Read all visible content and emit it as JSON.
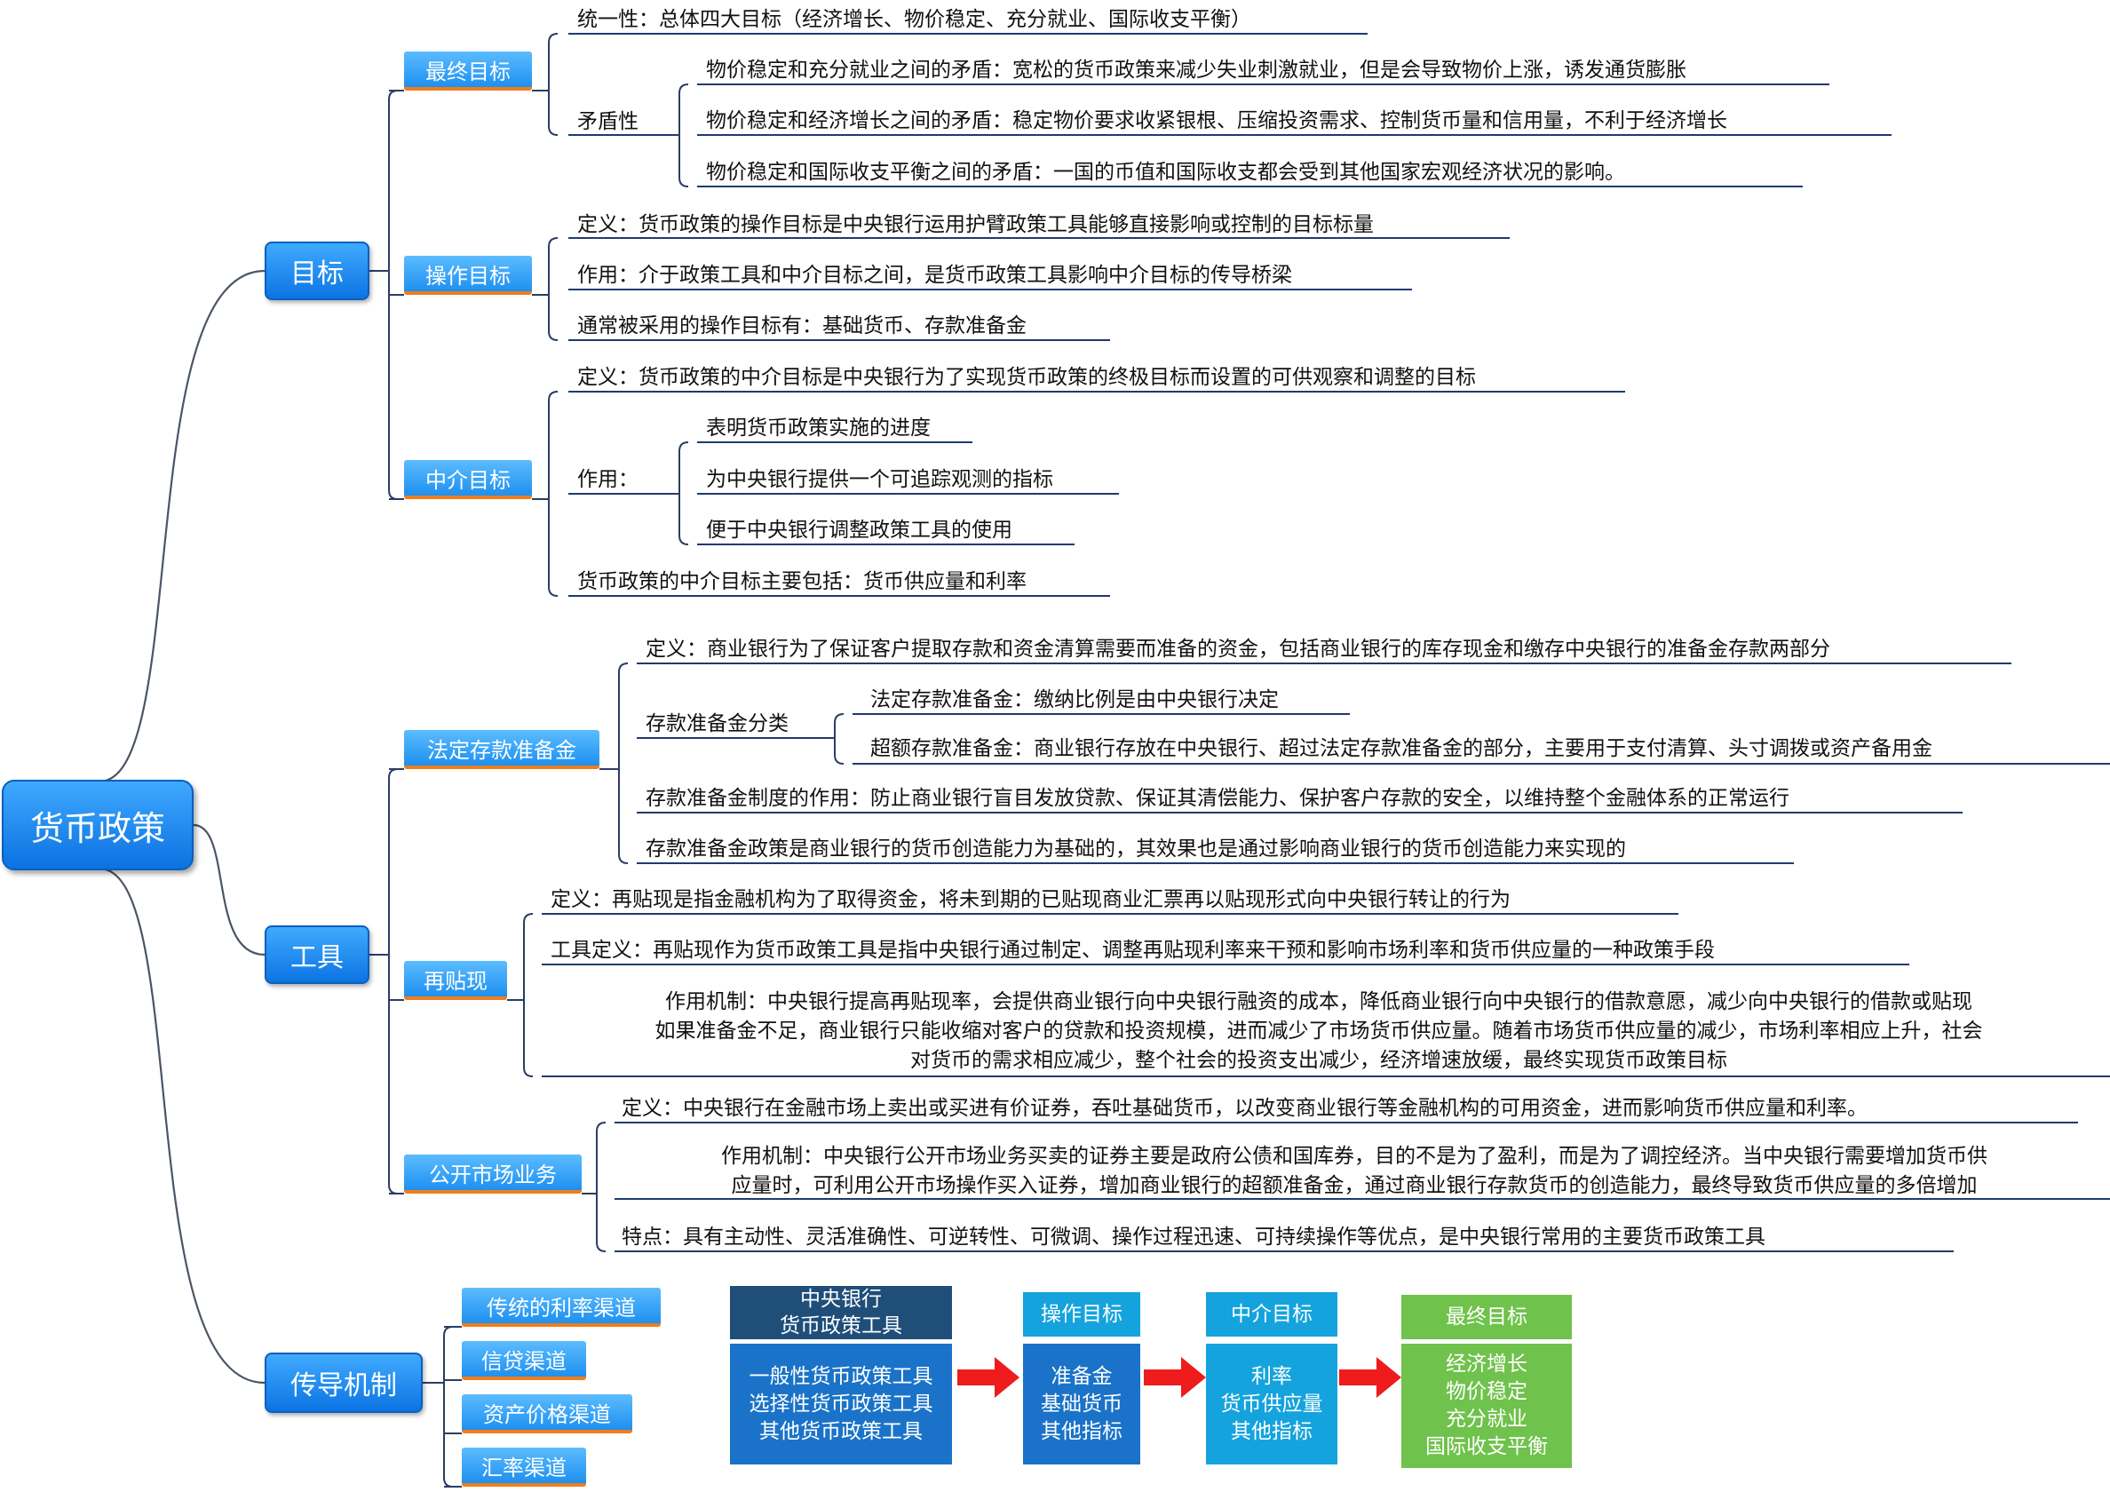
{
  "root": "货币政策",
  "goals": {
    "label": "目标",
    "final": {
      "label": "最终目标",
      "unity": "统一性：总体四大目标（经济增长、物价稳定、充分就业、国际收支平衡）",
      "conflict_label": "矛盾性",
      "conflicts": [
        "物价稳定和充分就业之间的矛盾：宽松的货币政策来减少失业刺激就业，但是会导致物价上涨，诱发通货膨胀",
        "物价稳定和经济增长之间的矛盾：稳定物价要求收紧银根、压缩投资需求、控制货币量和信用量，不利于经济增长",
        "物价稳定和国际收支平衡之间的矛盾：一国的币值和国际收支都会受到其他国家宏观经济状况的影响。"
      ]
    },
    "operating": {
      "label": "操作目标",
      "items": [
        "定义：货币政策的操作目标是中央银行运用护臂政策工具能够直接影响或控制的目标标量",
        "作用：介于政策工具和中介目标之间，是货币政策工具影响中介目标的传导桥梁",
        "通常被采用的操作目标有：基础货币、存款准备金"
      ]
    },
    "intermediate": {
      "label": "中介目标",
      "definition": "定义：货币政策的中介目标是中央银行为了实现货币政策的终极目标而设置的可供观察和调整的目标",
      "role_label": "作用：",
      "roles": [
        "表明货币政策实施的进度",
        "为中央银行提供一个可追踪观测的指标",
        "便于中央银行调整政策工具的使用"
      ],
      "includes": "货币政策的中介目标主要包括：货币供应量和利率"
    }
  },
  "tools": {
    "label": "工具",
    "reserve": {
      "label": "法定存款准备金",
      "definition": "定义：商业银行为了保证客户提取存款和资金清算需要而准备的资金，包括商业银行的库存现金和缴存中央银行的准备金存款两部分",
      "class_label": "存款准备金分类",
      "classes": [
        "法定存款准备金：缴纳比例是由中央银行决定",
        "超额存款准备金：商业银行存放在中央银行、超过法定存款准备金的部分，主要用于支付清算、头寸调拨或资产备用金"
      ],
      "role": "存款准备金制度的作用：防止商业银行盲目发放贷款、保证其清偿能力、保护客户存款的安全，以维持整个金融体系的正常运行",
      "basis": "存款准备金政策是商业银行的货币创造能力为基础的，其效果也是通过影响商业银行的货币创造能力来实现的"
    },
    "rediscount": {
      "label": "再贴现",
      "definition": "定义：再贴现是指金融机构为了取得资金，将未到期的已贴现商业汇票再以贴现形式向中央银行转让的行为",
      "tool_def": "工具定义：再贴现作为货币政策工具是指中央银行通过制定、调整再贴现利率来干预和影响市场利率和货币供应量的一种政策手段",
      "mechanism": [
        "作用机制：中央银行提高再贴现率，会提供商业银行向中央银行融资的成本，降低商业银行向中央银行的借款意愿，减少向中央银行的借款或贴现",
        "如果准备金不足，商业银行只能收缩对客户的贷款和投资规模，进而减少了市场货币供应量。随着市场货币供应量的减少，市场利率相应上升，社会",
        "对货币的需求相应减少，整个社会的投资支出减少，经济增速放缓，最终实现货币政策目标"
      ]
    },
    "open_market": {
      "label": "公开市场业务",
      "definition": "定义：中央银行在金融市场上卖出或买进有价证券，吞吐基础货币，以改变商业银行等金融机构的可用资金，进而影响货币供应量和利率。",
      "mechanism": [
        "作用机制：中央银行公开市场业务买卖的证券主要是政府公债和国库券，目的不是为了盈利，而是为了调控经济。当中央银行需要增加货币供",
        "应量时，可利用公开市场操作买入证券，增加商业银行的超额准备金，通过商业银行存款货币的创造能力，最终导致货币供应量的多倍增加"
      ],
      "features": "特点：具有主动性、灵活准确性、可逆转性、可微调、操作过程迅速、可持续操作等优点，是中央银行常用的主要货币政策工具"
    }
  },
  "transmission": {
    "label": "传导机制",
    "channels": [
      "传统的利率渠道",
      "信贷渠道",
      "资产价格渠道",
      "汇率渠道"
    ],
    "flow": [
      {
        "title": [
          "中央银行",
          "货币政策工具"
        ],
        "items": [
          "一般性货币政策工具",
          "选择性货币政策工具",
          "其他货币政策工具"
        ]
      },
      {
        "title": [
          "操作目标"
        ],
        "items": [
          "准备金",
          "基础货币",
          "其他指标"
        ]
      },
      {
        "title": [
          "中介目标"
        ],
        "items": [
          "利率",
          "货币供应量",
          "其他指标"
        ]
      },
      {
        "title": [
          "最终目标"
        ],
        "items": [
          "经济增长",
          "物价稳定",
          "充分就业",
          "国际收支平衡"
        ]
      }
    ]
  },
  "colors": {
    "node_blue": "#1a86ee",
    "underline_orange": "#f07d1a",
    "line_navy": "#1f3a6e",
    "flow_navy": "#1f4e79",
    "flow_blue": "#1a73c8",
    "flow_cyan": "#14a3dd",
    "flow_green": "#6fc24b",
    "arrow_red": "#ee1c1c"
  }
}
